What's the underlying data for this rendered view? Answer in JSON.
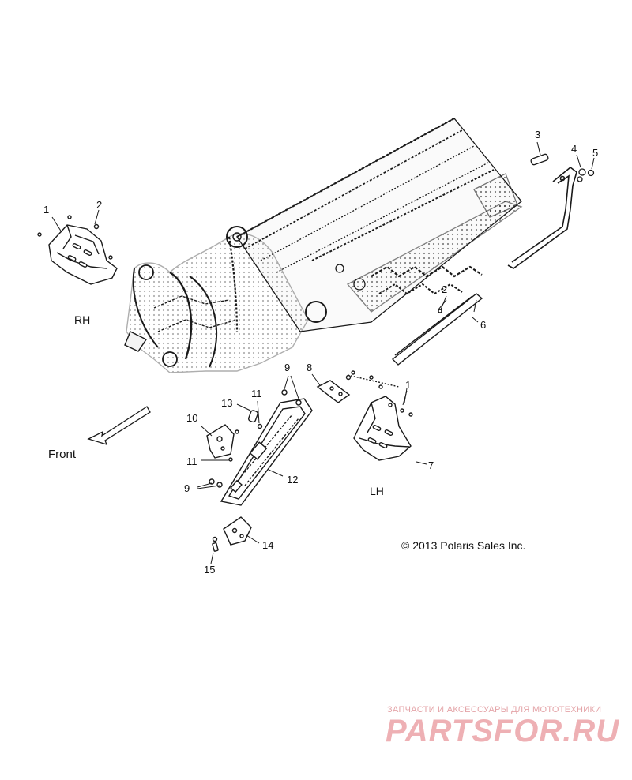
{
  "callouts": {
    "c1_rh": "1",
    "c2_rh": "2",
    "c3": "3",
    "c4": "4",
    "c5": "5",
    "c2_rail": "2",
    "c6": "6",
    "c9_top": "9",
    "c8": "8",
    "c1_lh": "1",
    "c11_top": "11",
    "c13": "13",
    "c10": "10",
    "c11_bottom": "11",
    "c12": "12",
    "c7": "7",
    "c9_bottom": "9",
    "c14": "14",
    "c15": "15"
  },
  "labels": {
    "rh": "RH",
    "lh": "LH",
    "front": "Front"
  },
  "copyright": "© 2013 Polaris Sales Inc.",
  "watermark": {
    "tagline": "ЗАПЧАСТИ И АКСЕССУАРЫ ДЛЯ МОТОТЕХНИКИ",
    "logo": "PARTSFOR.RU"
  },
  "colors": {
    "line": "#1a1a1a",
    "watermark": "#e8a0a5"
  }
}
